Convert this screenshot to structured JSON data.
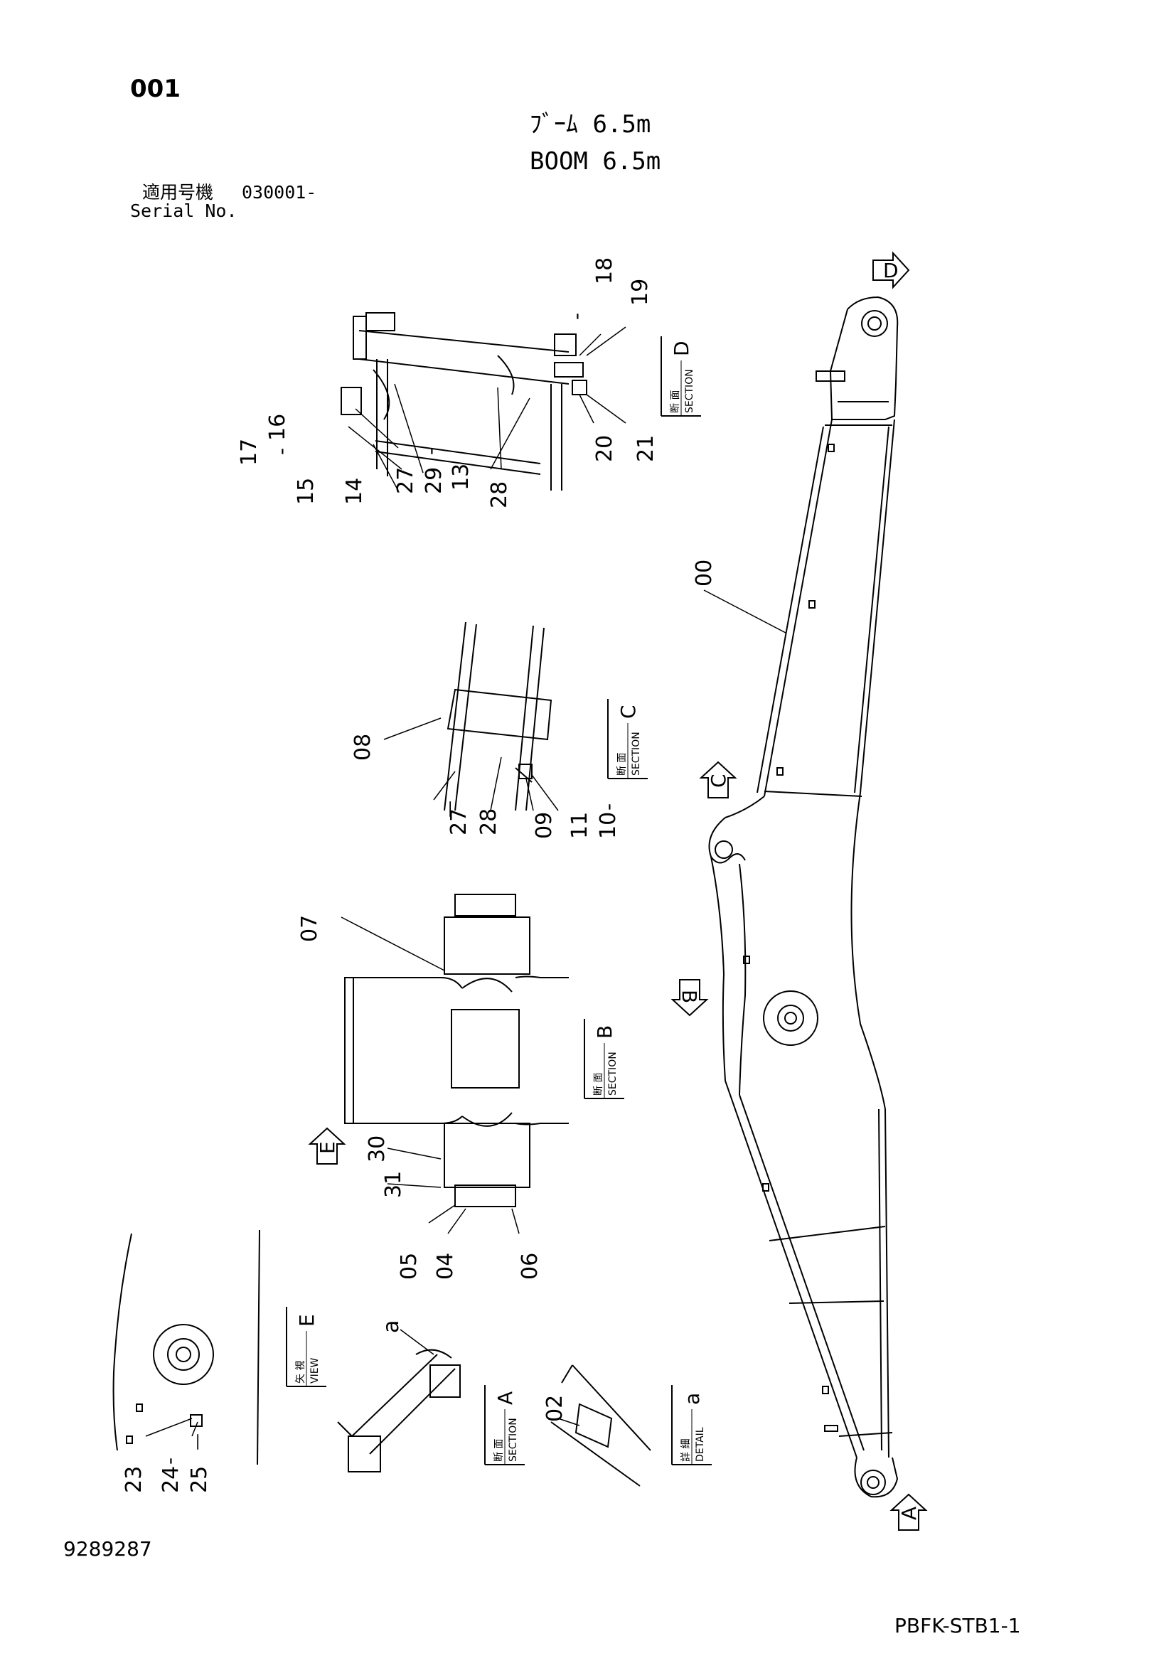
{
  "header": {
    "page_no": "001",
    "title_jp": "ﾌﾞｰﾑ 6.5m",
    "title_en": "BOOM 6.5m",
    "serial_label_jp": "適用号機",
    "serial_value": "030001-",
    "serial_label_en": "Serial No."
  },
  "footer": {
    "doc_no": "9289287",
    "sheet_code": "PBFK-STB1-1"
  },
  "sections": {
    "d": {
      "jp": "断 面",
      "en": "SECTION",
      "letter": "D"
    },
    "c": {
      "jp": "断 面",
      "en": "SECTION",
      "letter": "C"
    },
    "b": {
      "jp": "断 面",
      "en": "SECTION",
      "letter": "B"
    },
    "a": {
      "jp": "断 面",
      "en": "SECTION",
      "letter": "A"
    },
    "view_e": {
      "jp": "矢 視",
      "en": "VIEW",
      "letter": "E"
    },
    "detail_a": {
      "jp": "詳 細",
      "en": "DETAIL",
      "letter": "a"
    }
  },
  "arrows": {
    "a": "A",
    "b": "B",
    "c": "C",
    "d": "D",
    "e": "E"
  },
  "callouts": {
    "c00": "00",
    "c02": "02",
    "c04": "04",
    "c05": "05",
    "c06": "06",
    "c07": "07",
    "c08": "08",
    "c09": "09",
    "c10": "10",
    "c11": "11",
    "c13": "13",
    "c14": "14",
    "c15": "15",
    "c16": "16",
    "c17": "17",
    "c18": "18",
    "c19": "19",
    "c20": "20",
    "c21": "21",
    "c23": "23",
    "c24": "24",
    "c25": "25",
    "c27": "27",
    "c28": "28",
    "c29": "29",
    "c30": "30",
    "c31": "31",
    "ca": "a",
    "dash": "-",
    "dash_long": "—"
  }
}
